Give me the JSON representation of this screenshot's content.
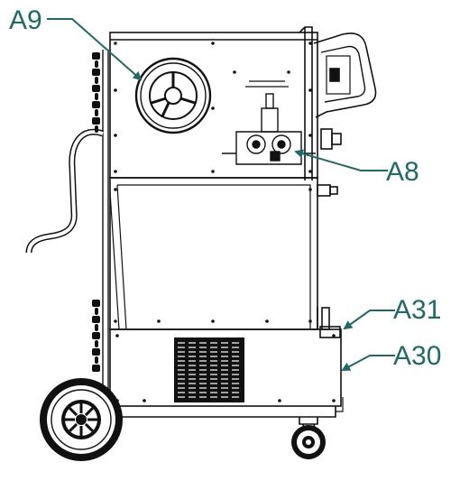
{
  "callouts": {
    "a9": {
      "label": "A9"
    },
    "a8": {
      "label": "A8"
    },
    "a31": {
      "label": "A31"
    },
    "a30": {
      "label": "A30"
    }
  },
  "colors": {
    "callout": "#1d6b62",
    "line": "#111111",
    "background": "#ffffff"
  },
  "icons": {
    "machine": "welding-machine-side-view"
  }
}
